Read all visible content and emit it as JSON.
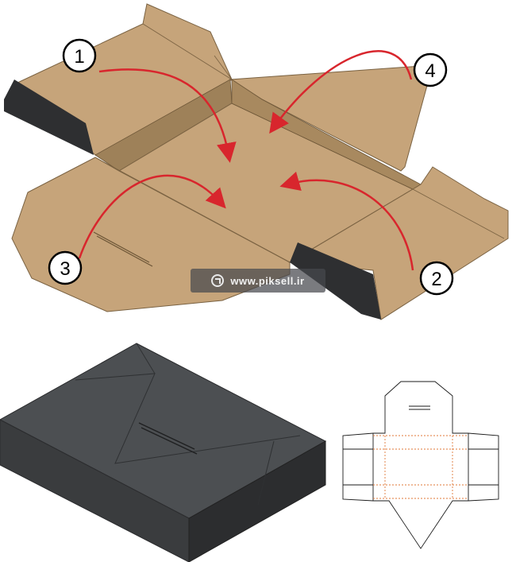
{
  "steps": [
    {
      "label": "1"
    },
    {
      "label": "2"
    },
    {
      "label": "3"
    },
    {
      "label": "4"
    }
  ],
  "watermark": {
    "text": "www.piksell.ir",
    "icon": "arrow-circle-icon"
  },
  "colors": {
    "kraft": "#c6a47a",
    "kraft_dark": "#9e8159",
    "box_gray": "#4c4f52",
    "arrow_red": "#d8262d",
    "dieline_orange": "#e07a3a"
  }
}
